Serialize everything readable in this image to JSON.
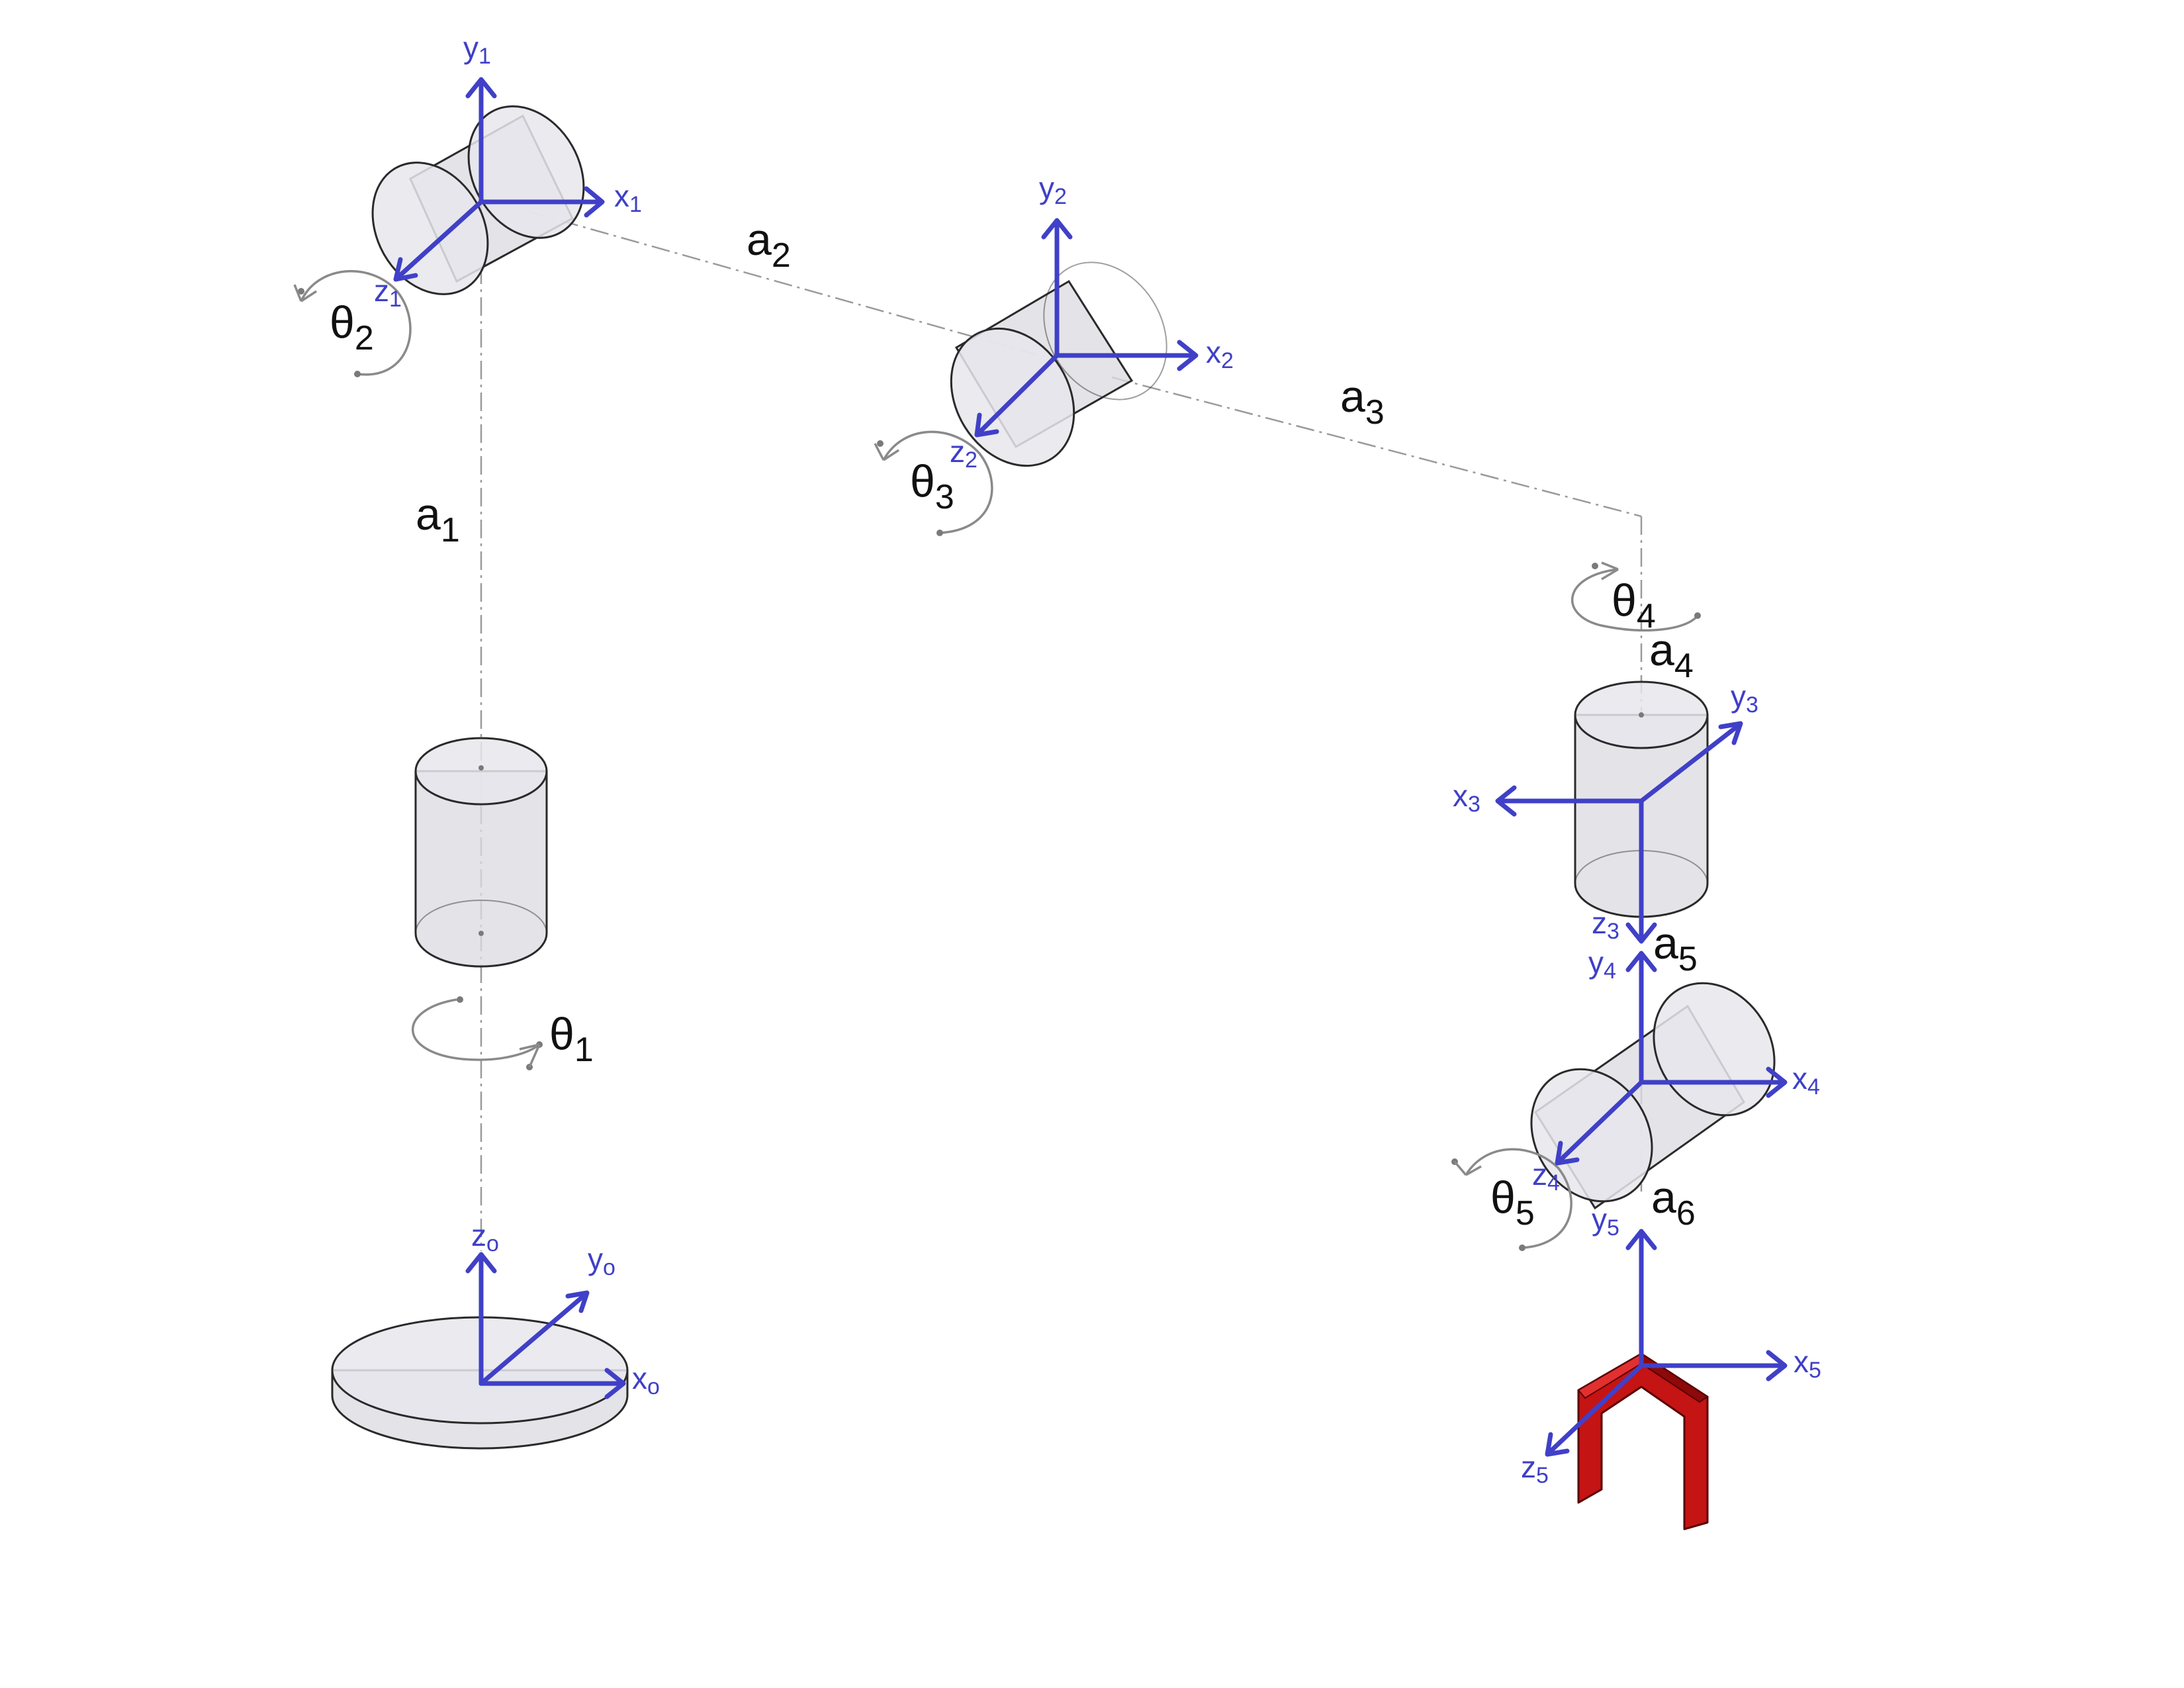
{
  "links": [
    {
      "key": "a1",
      "base": "a",
      "sub": "1"
    },
    {
      "key": "a2",
      "base": "a",
      "sub": "2"
    },
    {
      "key": "a3",
      "base": "a",
      "sub": "3"
    },
    {
      "key": "a4",
      "base": "a",
      "sub": "4"
    },
    {
      "key": "a5",
      "base": "a",
      "sub": "5"
    },
    {
      "key": "a6",
      "base": "a",
      "sub": "6"
    }
  ],
  "joint_angles": [
    {
      "key": "theta1",
      "base": "θ",
      "sub": "1"
    },
    {
      "key": "theta2",
      "base": "θ",
      "sub": "2"
    },
    {
      "key": "theta3",
      "base": "θ",
      "sub": "3"
    },
    {
      "key": "theta4",
      "base": "θ",
      "sub": "4"
    },
    {
      "key": "theta5",
      "base": "θ",
      "sub": "5"
    }
  ],
  "frames": [
    {
      "key": "frame0",
      "x": {
        "base": "x",
        "sub": "o"
      },
      "y": {
        "base": "y",
        "sub": "o"
      },
      "z": {
        "base": "z",
        "sub": "o"
      }
    },
    {
      "key": "frame1",
      "x": {
        "base": "x",
        "sub": "1"
      },
      "y": {
        "base": "y",
        "sub": "1"
      },
      "z": {
        "base": "z",
        "sub": "1"
      }
    },
    {
      "key": "frame2",
      "x": {
        "base": "x",
        "sub": "2"
      },
      "y": {
        "base": "y",
        "sub": "2"
      },
      "z": {
        "base": "z",
        "sub": "2"
      }
    },
    {
      "key": "frame3",
      "x": {
        "base": "x",
        "sub": "3"
      },
      "y": {
        "base": "y",
        "sub": "3"
      },
      "z": {
        "base": "z",
        "sub": "3"
      }
    },
    {
      "key": "frame4",
      "x": {
        "base": "x",
        "sub": "4"
      },
      "y": {
        "base": "y",
        "sub": "4"
      },
      "z": {
        "base": "z",
        "sub": "4"
      }
    },
    {
      "key": "frame5",
      "x": {
        "base": "x",
        "sub": "5"
      },
      "y": {
        "base": "y",
        "sub": "5"
      },
      "z": {
        "base": "z",
        "sub": "5"
      }
    }
  ],
  "colors": {
    "axis": "#4040c8",
    "axis_label": "#3f3fc8",
    "cylinder": "#dcdce2",
    "centerline": "#9a9a9a",
    "gripper": "#c41414",
    "text": "#111111"
  }
}
